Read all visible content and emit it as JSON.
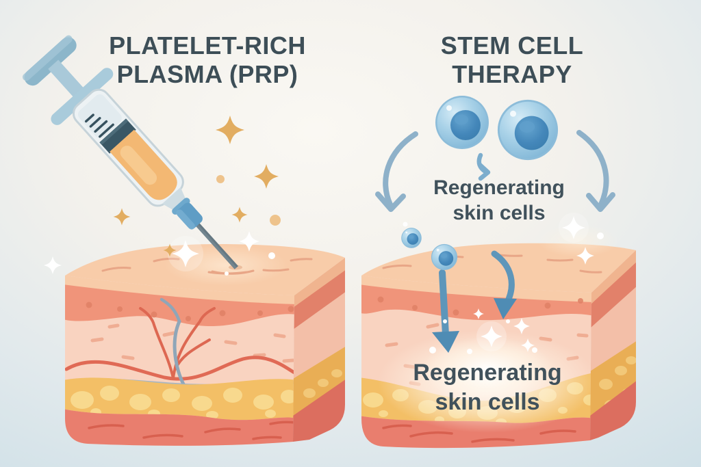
{
  "titles": {
    "left": {
      "line1": "PLATELET-RICH",
      "line2": "PLASMA (PRP)"
    },
    "right": {
      "line1": "STEM CELL",
      "line2": "THERAPY"
    }
  },
  "labels": {
    "upper": {
      "line1": "Regenerating",
      "line2": "skin cells"
    },
    "lower": {
      "line1": "Regenerating",
      "line2": "skin cells"
    }
  },
  "icons": {
    "syringe": "syringe-icon",
    "stem_cell": "stem-cell-icon",
    "gold_sparkle": "sparkle-icon-gold",
    "white_sparkle": "sparkle-icon-white",
    "curved_arrow": "curved-arrow-icon",
    "skin_block": "skin-cross-section"
  },
  "palette": {
    "title_text": "#3d4e57",
    "label_text": "#40515b",
    "background_center": "#f9f7f2",
    "background_edge": "#cfe0e7",
    "skin_top": "#f8cca9",
    "epidermis": "#f0947a",
    "dermis": "#f9d3c0",
    "fat_layer": "#f3bf66",
    "muscle_layer": "#e97e6e",
    "vessel_red": "#e06a55",
    "vessel_blue": "#8fa6b8",
    "cell_body": "#a9d2e8",
    "cell_nucleus": "#4487ba",
    "arrow_blue": "#5e96ba",
    "sparkle_gold": "#e2ad61",
    "plasma_liquid": "#f3b873"
  }
}
